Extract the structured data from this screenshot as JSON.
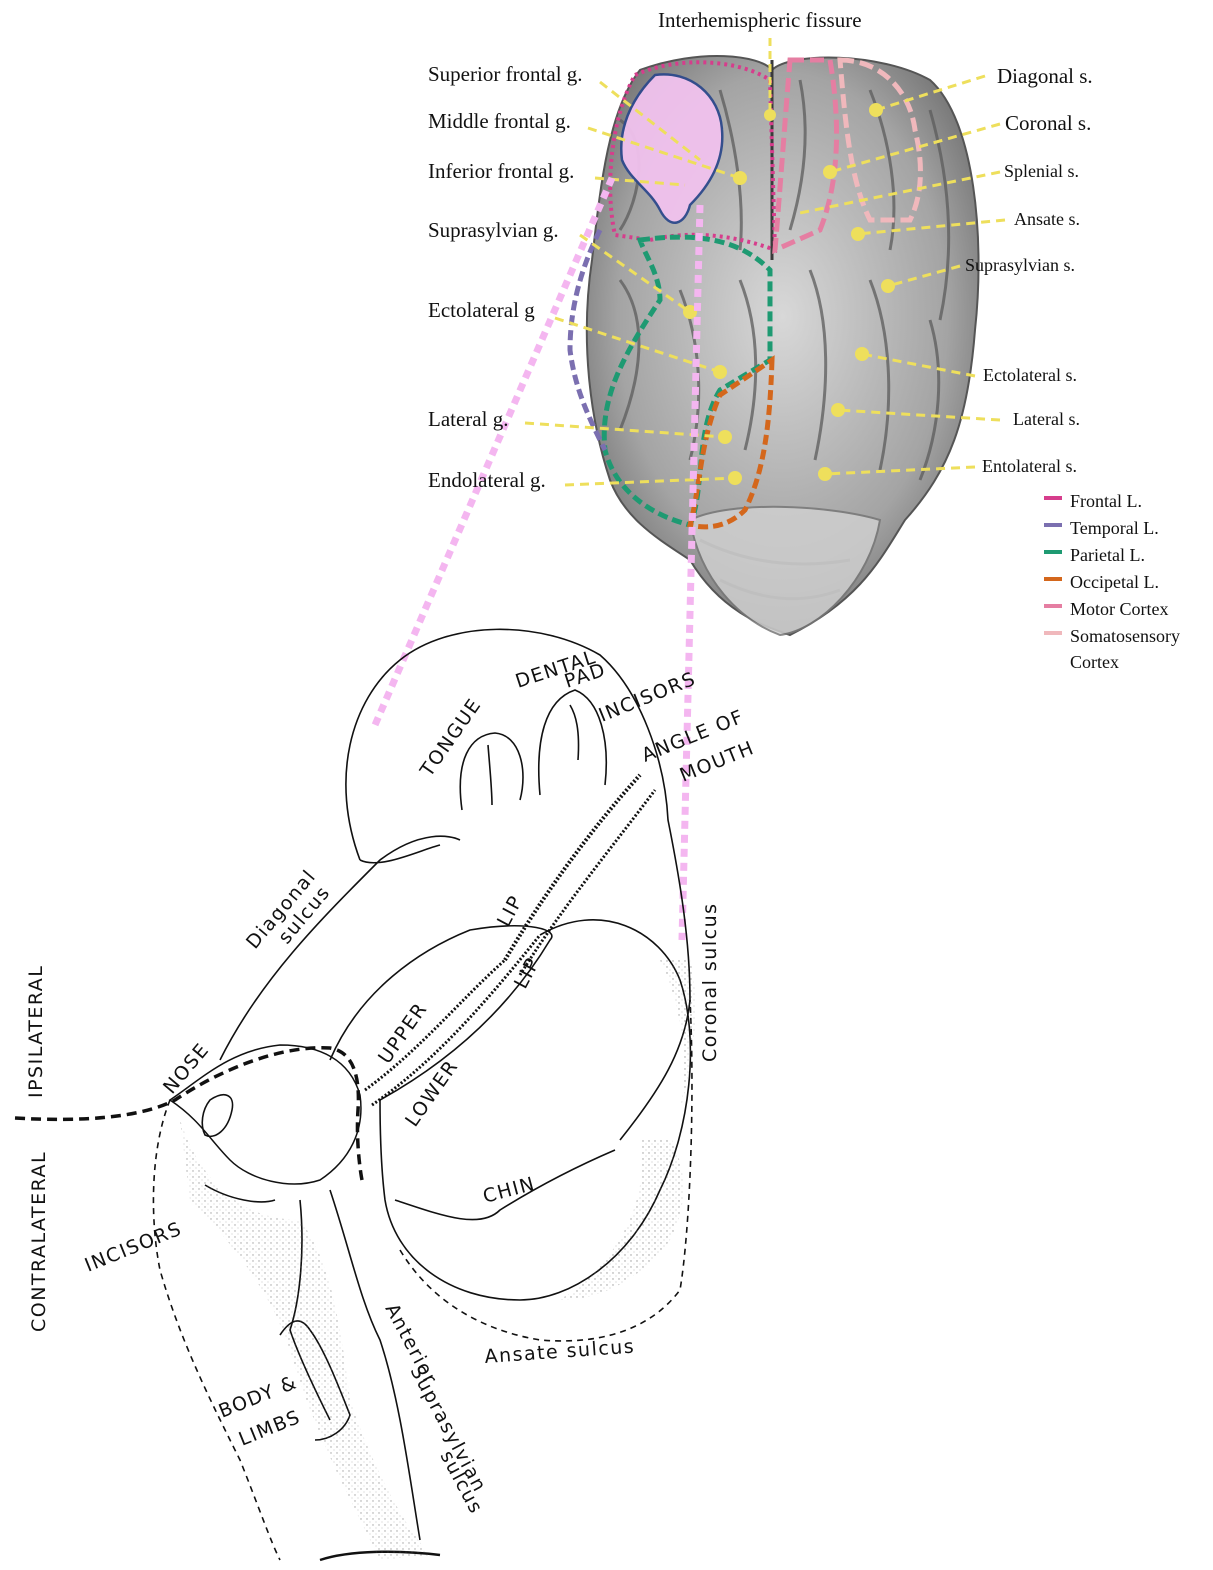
{
  "brain": {
    "top_label": "Interhemispheric fissure",
    "left_labels": [
      "Superior frontal g.",
      "Middle frontal g.",
      "Inferior frontal g.",
      "Suprasylvian g.",
      "Ectolateral g",
      "Lateral g.",
      "Endolateral g."
    ],
    "right_labels": [
      "Diagonal s.",
      "Coronal s.",
      "Splenial s.",
      "Ansate s.",
      "Suprasylvian s.",
      "Ectolateral s.",
      "Lateral s.",
      "Entolateral s."
    ]
  },
  "legend": [
    {
      "label": "Frontal L.",
      "color": "#d63d8c"
    },
    {
      "label": "Temporal L.",
      "color": "#7b6fb0"
    },
    {
      "label": "Parietal L.",
      "color": "#1e9a72"
    },
    {
      "label": "Occipetal L.",
      "color": "#d4671c"
    },
    {
      "label": "Motor Cortex",
      "color": "#e57ea2"
    },
    {
      "label": "Somatosensory Cortex",
      "color": "#f0b8bc"
    }
  ],
  "colors": {
    "highlight_fill": "#f1c2ee",
    "highlight_outline": "#2e4a8c",
    "pointer_line": "#eedf5c",
    "projection_line": "#f4b6f0",
    "brain_fill": "#9a9a9a"
  },
  "sketch": {
    "tongue": "TONGUE",
    "dental_pad": "DENTAL",
    "pad": "PAD",
    "incisors_top": "INCISORS",
    "angle_of": "ANGLE OF",
    "mouth": "MOUTH",
    "diagonal": "Diagonal",
    "sulcus_1": "sulcus",
    "lip_1": "LIP",
    "upper": "UPPER",
    "lip_2": "LIP",
    "lower": "LOWER",
    "coronal_sulcus": "Coronal sulcus",
    "nose": "NOSE",
    "ipsilateral": "IPSILATERAL",
    "contralateral": "CONTRALATERAL",
    "incisors_bottom": "INCISORS",
    "chin": "CHIN",
    "ansate_sulcus": "Ansate sulcus",
    "anterior": "Anterior",
    "suprasylvian": "Suprasylvian",
    "sulcus_2": "sulcus",
    "body": "BODY &",
    "limbs": "LIMBS"
  }
}
